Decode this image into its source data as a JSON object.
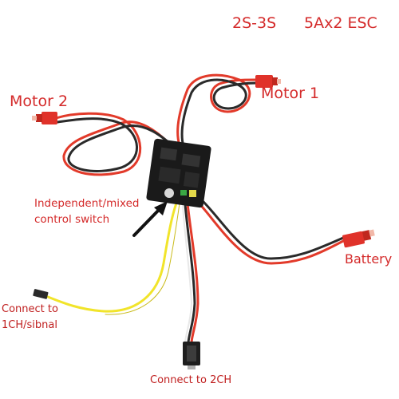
{
  "title": {
    "spec": "2S-3S",
    "model": "5Ax2 ESC"
  },
  "labels": {
    "motor2": "Motor 2",
    "motor1": "Motor 1",
    "switch_line1": "Independent/mixed",
    "switch_line2": "control switch",
    "battery": "Battery",
    "signal_line1": "Connect to",
    "signal_line2": "1CH/sibnal",
    "ch2": "Connect  to 2CH"
  },
  "colors": {
    "label_text": "#d42a2a",
    "wire_red": "#e23a2a",
    "wire_black": "#2a2a2a",
    "wire_yellow": "#f1e42a",
    "connector_red": "#e0322a",
    "board": "#1a1a1a",
    "background": "#ffffff"
  }
}
